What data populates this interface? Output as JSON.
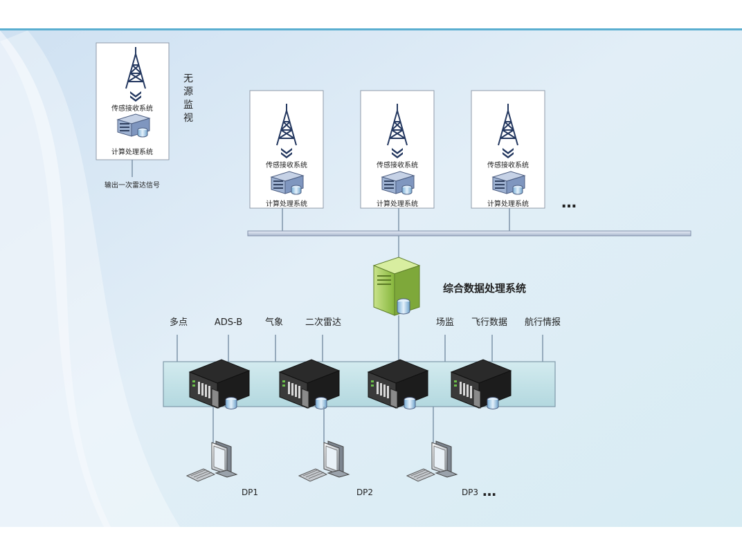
{
  "passive": {
    "title_chars": [
      "无",
      "源",
      "监",
      "视"
    ],
    "sensor_label": "传感接收系统",
    "compute_label": "计算处理系统",
    "output_label": "输出一次雷达信号"
  },
  "stations": [
    {
      "sensor_label": "传感接收系统",
      "compute_label": "计算处理系统"
    },
    {
      "sensor_label": "传感接收系统",
      "compute_label": "计算处理系统"
    },
    {
      "sensor_label": "传感接收系统",
      "compute_label": "计算处理系统"
    }
  ],
  "stations_more": "…",
  "central_label": "综合数据处理系统",
  "inputs": [
    "多点",
    "ADS-B",
    "气象",
    "二次雷达",
    "场监",
    "飞行数据",
    "航行情报"
  ],
  "displays": [
    "DP1",
    "DP2",
    "DP3"
  ],
  "displays_more": "…",
  "colors": {
    "accent_line": "#5aaed0",
    "bus": "#c9d3e4",
    "server_rack_panel": "#bfe0e6",
    "central_server": "#a8cf5a"
  }
}
